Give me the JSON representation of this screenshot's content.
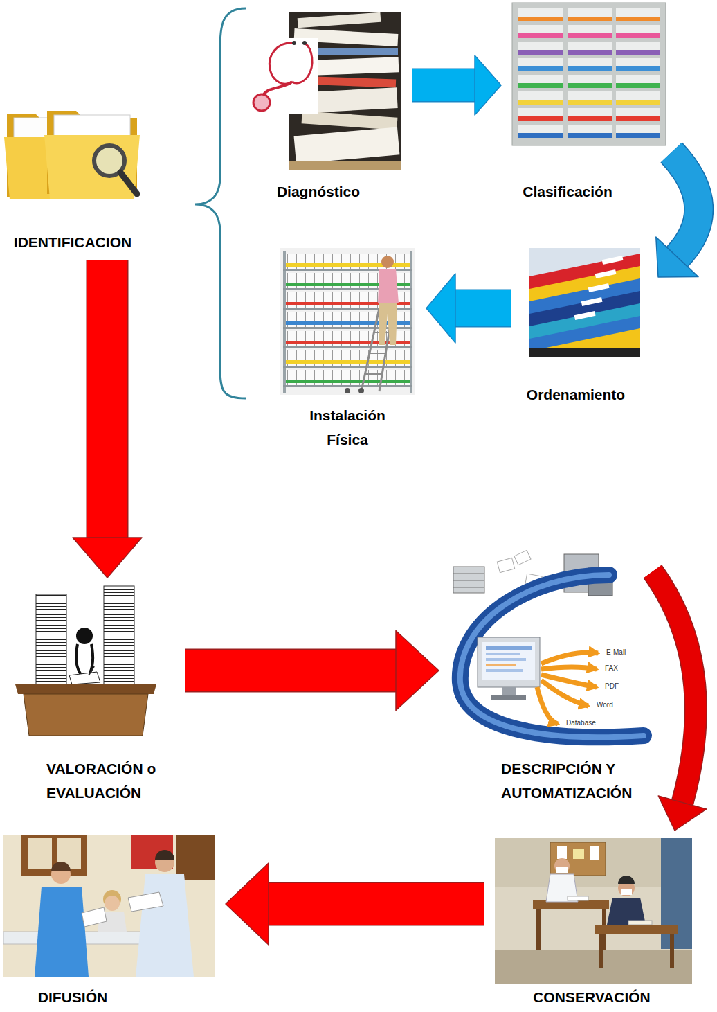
{
  "diagram": {
    "nodes": [
      {
        "text": [
          "IDENTIFICACION"
        ]
      },
      {
        "text": [
          "Diagnóstico"
        ]
      },
      {
        "text": [
          "Clasificación"
        ]
      },
      {
        "text": [
          "Ordenamiento"
        ]
      },
      {
        "text": [
          "Instalación Física"
        ]
      },
      {
        "text": [
          "VALORACIÓN o EVALUACIÓN"
        ]
      },
      {
        "text": [
          "DESCRIPCIÓN Y AUTOMATIZACIÓN"
        ]
      },
      {
        "text": [
          "CONSERVACIÓN"
        ]
      },
      {
        "text": [
          "DIFUSIÓN"
        ]
      }
    ],
    "edges": [
      {
        "from": 1,
        "to": 2,
        "arrow": "to"
      },
      {
        "from": 2,
        "to": 3,
        "arrow": "to"
      },
      {
        "from": 3,
        "to": 4,
        "arrow": "to"
      },
      {
        "from": 0,
        "to": 5,
        "arrow": "to"
      },
      {
        "from": 5,
        "to": 6,
        "arrow": "to"
      },
      {
        "from": 6,
        "to": 7,
        "arrow": "to"
      },
      {
        "from": 7,
        "to": 8,
        "arrow": "to"
      }
    ],
    "labels": [
      "E-Mail",
      "FAX",
      "PDF",
      "Word",
      "Database"
    ]
  }
}
